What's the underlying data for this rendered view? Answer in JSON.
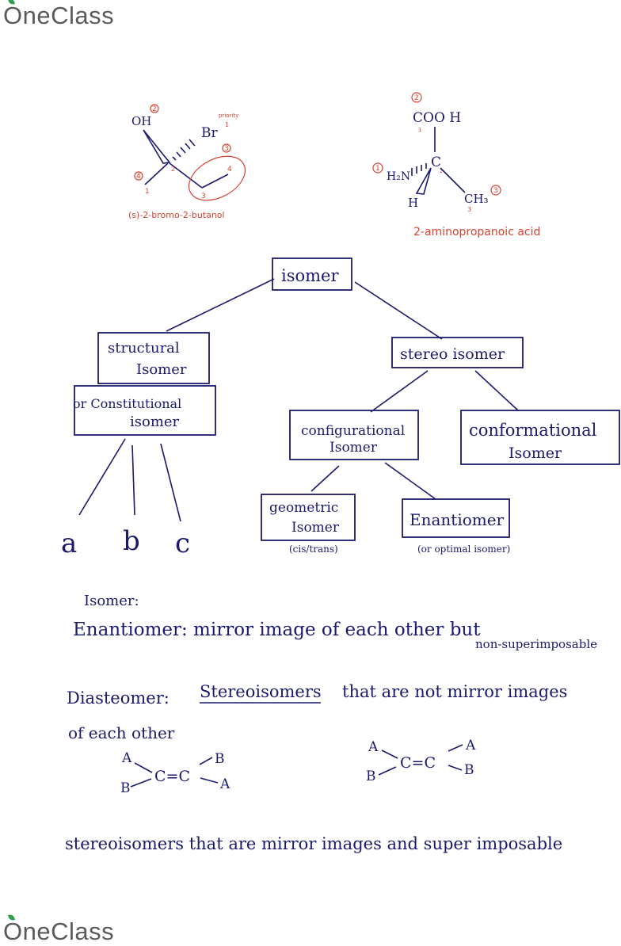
{
  "brand": {
    "name": "OneClass"
  },
  "molecule1": {
    "oh": "OH",
    "br": "Br",
    "priority": "priority",
    "p1": "1",
    "p2": "2",
    "p3": "3",
    "p4": "4",
    "n1": "1",
    "n2": "2",
    "n3": "3",
    "n4": "4",
    "name": "(s)-2-bromo-2-butanol"
  },
  "molecule2": {
    "cooh": "COO H",
    "c": "C",
    "h2n": "H₂N",
    "h": "H",
    "ch3": "CH₃",
    "p1": "1",
    "p2": "2",
    "p3": "3",
    "n1": "1",
    "n2": "2",
    "n3": "3",
    "name": "2-aminopropanoic acid"
  },
  "tree": {
    "root": "isomer",
    "structural_1": "structural",
    "structural_2": "Isomer",
    "constitutional_1": "or Constitutional",
    "constitutional_2": "isomer",
    "stereo": "stereo isomer",
    "configurational_1": "configurational",
    "configurational_2": "Isomer",
    "conformational_1": "conformational",
    "conformational_2": "Isomer",
    "geometric_1": "geometric",
    "geometric_2": "Isomer",
    "geometric_note": "(cis/trans)",
    "enantiomer": "Enantiomer",
    "enantiomer_note": "(or optimal isomer)",
    "leaf_a": "a",
    "leaf_b": "b",
    "leaf_c": "c"
  },
  "notes": {
    "heading": "Isomer:",
    "enantiomer_def": "Enantiomer: mirror image of each other but",
    "enantiomer_def2": "non-superimposable",
    "diastereomer_label": "Diasteomer:",
    "diastereomer_term": "Stereoisomers",
    "diastereomer_def": "that are not mirror images",
    "diastereomer_def2": "of each other",
    "final": "stereoisomers that are mirror images and super imposable"
  },
  "alkene1": {
    "tl": "A",
    "tr": "B",
    "bl": "B",
    "br": "A",
    "core": "C=C"
  },
  "alkene2": {
    "tl": "A",
    "tr": "A",
    "bl": "B",
    "br": "B",
    "core": "C=C"
  }
}
